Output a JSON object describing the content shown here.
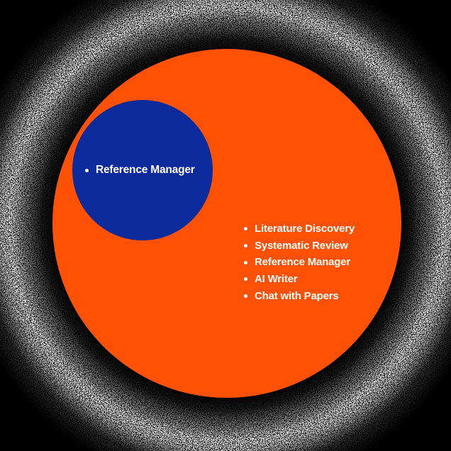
{
  "diagram": {
    "type": "venn",
    "background_color": "#000000",
    "text_color": "#ffffff",
    "outer_circle": {
      "color": "#ff5103",
      "items": [
        "Literature Discovery",
        "Systematic Review",
        "Reference Manager",
        "AI Writer",
        "Chat with Papers"
      ]
    },
    "inner_circle": {
      "color": "#0b2a9b",
      "items": [
        "Reference Manager"
      ]
    }
  }
}
